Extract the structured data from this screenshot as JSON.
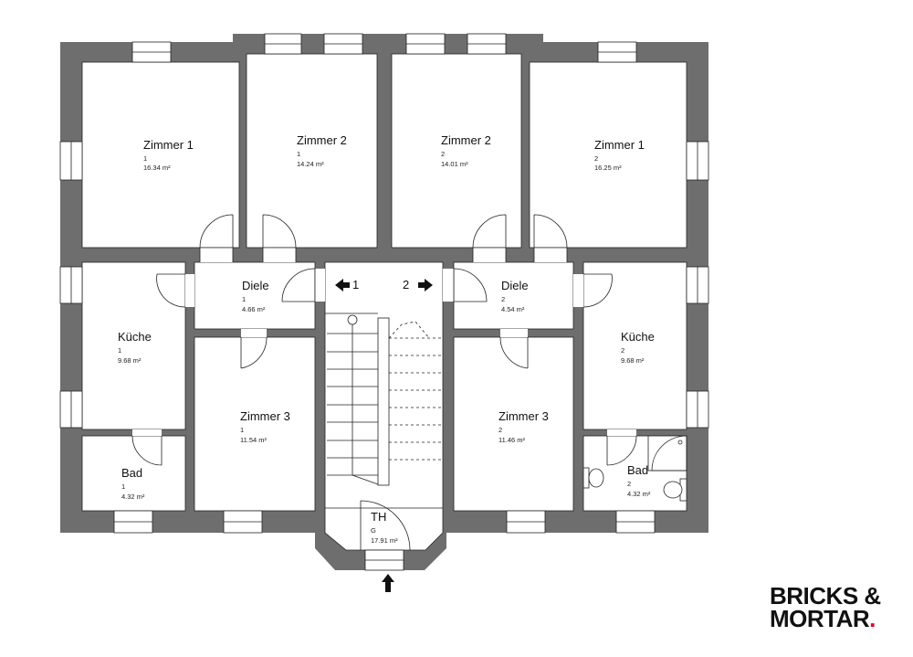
{
  "rooms": [
    {
      "id": "zimmer1-left",
      "name": "Zimmer 1",
      "unit": "1",
      "area": "16.34 m²"
    },
    {
      "id": "zimmer2-left",
      "name": "Zimmer 2",
      "unit": "1",
      "area": "14.24 m²"
    },
    {
      "id": "zimmer2-right",
      "name": "Zimmer 2",
      "unit": "2",
      "area": "14.01 m²"
    },
    {
      "id": "zimmer1-right",
      "name": "Zimmer 1",
      "unit": "2",
      "area": "16.25 m²"
    },
    {
      "id": "diele-left",
      "name": "Diele",
      "unit": "1",
      "area": "4.66 m²"
    },
    {
      "id": "diele-right",
      "name": "Diele",
      "unit": "2",
      "area": "4.54 m²"
    },
    {
      "id": "kueche-left",
      "name": "Küche",
      "unit": "1",
      "area": "9.68 m²"
    },
    {
      "id": "kueche-right",
      "name": "Küche",
      "unit": "2",
      "area": "9.68 m²"
    },
    {
      "id": "zimmer3-left",
      "name": "Zimmer 3",
      "unit": "1",
      "area": "11.54 m²"
    },
    {
      "id": "zimmer3-right",
      "name": "Zimmer 3",
      "unit": "2",
      "area": "11.46 m²"
    },
    {
      "id": "bad-left",
      "name": "Bad",
      "unit": "1",
      "area": "4.32 m²"
    },
    {
      "id": "bad-right",
      "name": "Bad",
      "unit": "2",
      "area": "4.32 m²"
    },
    {
      "id": "treppenhaus",
      "name": "TH",
      "unit": "G",
      "area": "17.91 m²"
    }
  ],
  "unit_arrows": {
    "left": "1",
    "right": "2"
  },
  "logo": {
    "line1": "BRICKS &",
    "line2": "MORTAR",
    "dot": "."
  },
  "colors": {
    "wall": "#6e6e6e",
    "background": "#ffffff",
    "logo_dot": "#e3002b"
  }
}
